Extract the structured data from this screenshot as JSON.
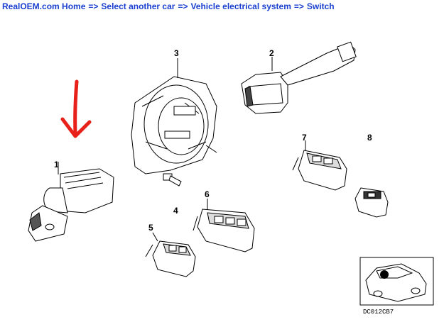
{
  "breadcrumb": {
    "home": "RealOEM.com Home",
    "sep1": "=>",
    "select_car": "Select another car",
    "sep2": "=>",
    "category": "Vehicle electrical system",
    "sep3": "=>",
    "current": "Switch"
  },
  "parts": {
    "p1": "1",
    "p2": "2",
    "p3": "3",
    "p4": "4",
    "p5": "5",
    "p6": "6",
    "p7": "7",
    "p8": "8"
  },
  "thumbnail": {
    "code": "DC012CB7"
  },
  "colors": {
    "link": "#1a3fd0",
    "arrow": "#e8201a",
    "line": "#000000"
  }
}
